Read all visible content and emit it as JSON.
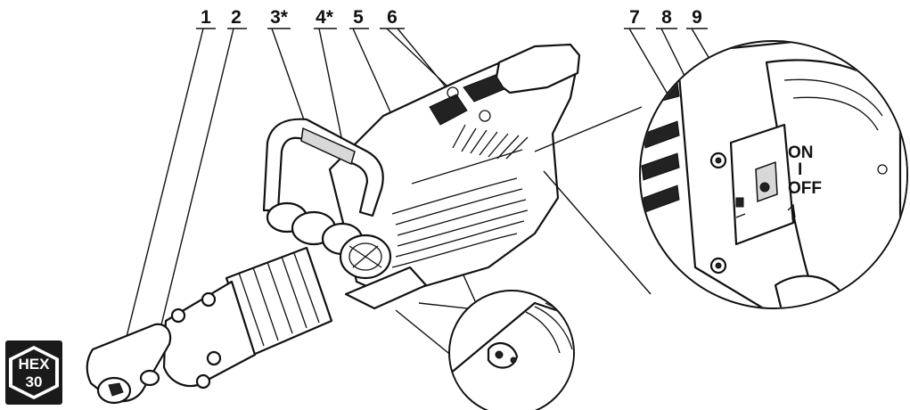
{
  "callouts": {
    "c1": "1",
    "c2": "2",
    "c3": "3*",
    "c4": "4*",
    "c5": "5",
    "c6": "6",
    "c7": "7",
    "c8": "8",
    "c9": "9"
  },
  "switch": {
    "on_label": "ON",
    "separator": "I",
    "off_label": "OFF"
  },
  "hex_badge": {
    "line1": "HEX",
    "line2": "30"
  }
}
